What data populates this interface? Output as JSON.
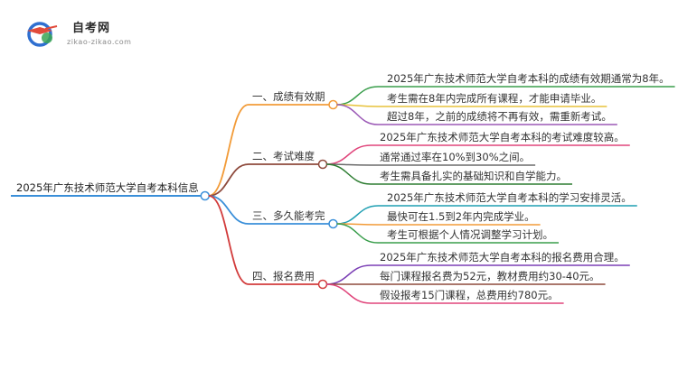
{
  "logo": {
    "title": "自考网",
    "url": "zikao-zikao.com",
    "icon": "graduation-cap-icon"
  },
  "mindmap": {
    "root": "2025年广东技术师范大学自考本科信息",
    "branches": [
      {
        "label": "一、成绩有效期",
        "color": "#f29b38",
        "leaves": [
          {
            "text": "2025年广东技术师范大学自考本科的成绩有效期通常为8年。",
            "color": "#3a9e4c"
          },
          {
            "text": "考生需在8年内完成所有课程，才能申请毕业。",
            "color": "#e7c23a"
          },
          {
            "text": "超过8年，之前的成绩将不再有效，需重新考试。",
            "color": "#9b59b6"
          }
        ]
      },
      {
        "label": "二、考试难度",
        "color": "#8e4a3c",
        "leaves": [
          {
            "text": "2025年广东技术师范大学自考本科的考试难度较高。",
            "color": "#e0457b"
          },
          {
            "text": "通常通过率在10%到30%之间。",
            "color": "#6b6b6b"
          },
          {
            "text": "考生需具备扎实的基础知识和自学能力。",
            "color": "#2e7d32"
          }
        ]
      },
      {
        "label": "三、多久能考完",
        "color": "#3a8fd9",
        "leaves": [
          {
            "text": "2025年广东技术师范大学自考本科的学习安排灵活。",
            "color": "#1f9fb2"
          },
          {
            "text": "最快可在1.5到2年内完成学业。",
            "color": "#f29b38"
          },
          {
            "text": "考生可根据个人情况调整学习计划。",
            "color": "#3a9e4c"
          }
        ]
      },
      {
        "label": "四、报名费用",
        "color": "#d23c3c",
        "leaves": [
          {
            "text": "2025年广东技术师范大学自考本科的报名费用合理。",
            "color": "#7b3fb5"
          },
          {
            "text": "每门课程报名费为52元，教材费用约30-40元。",
            "color": "#8e4a3c"
          },
          {
            "text": "假设报考15门课程，总费用约780元。",
            "color": "#e0457b"
          }
        ]
      }
    ],
    "root_color": "#3a8fd9"
  }
}
